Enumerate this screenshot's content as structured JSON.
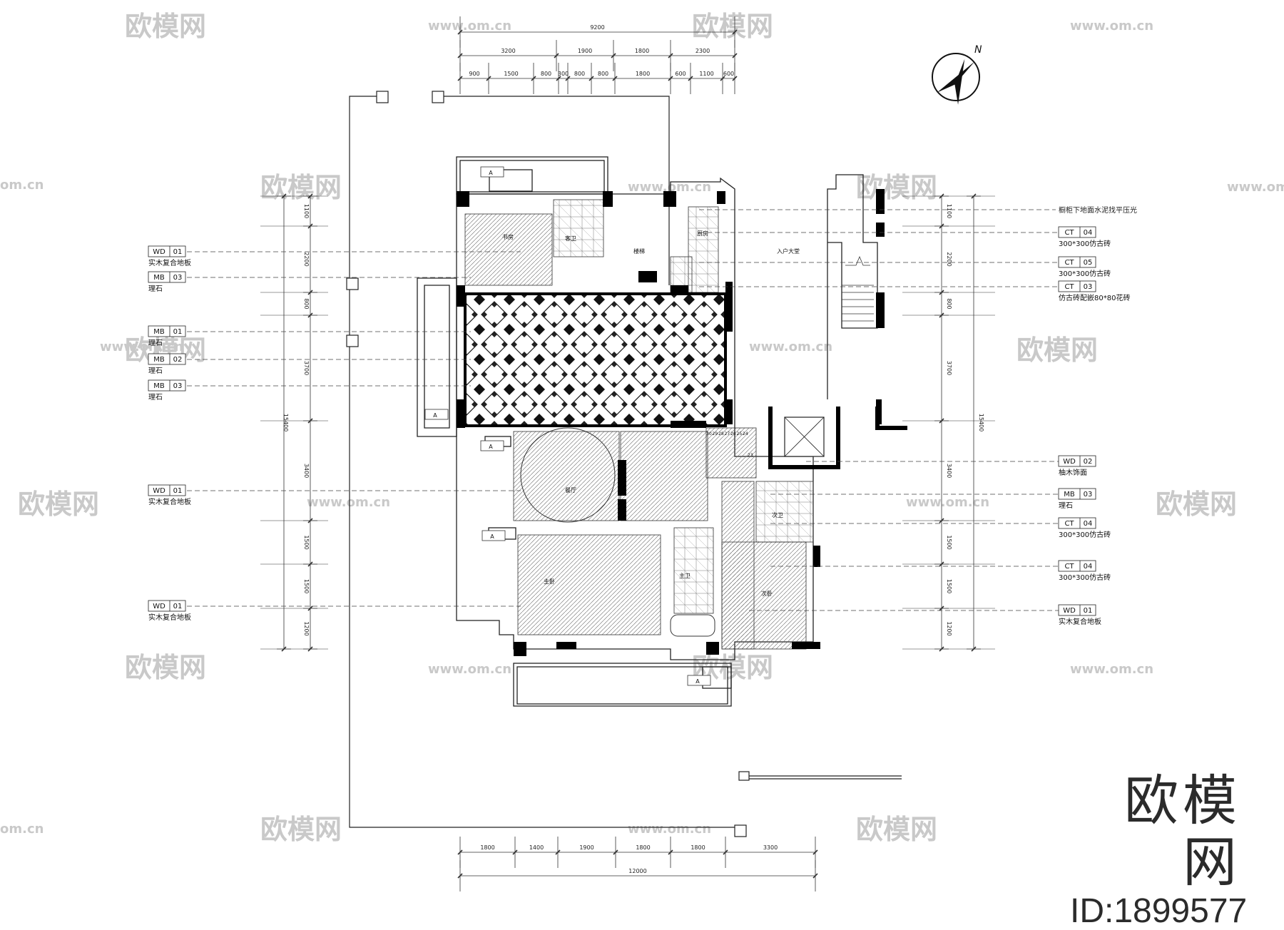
{
  "plan": {
    "dims_top_total": "9200",
    "dims_top_row1": [
      "3200",
      "1900",
      "1800",
      "2300"
    ],
    "dims_top_row2": [
      "900",
      "1500",
      "800",
      "300",
      "800",
      "800",
      "1800",
      "600",
      "1100",
      "600"
    ],
    "dims_bottom_row": [
      "1800",
      "1400",
      "1900",
      "1800",
      "1800",
      "3300"
    ],
    "dims_bottom_total": "12000",
    "dims_left_col": [
      "1100",
      "2200",
      "800",
      "3700",
      "3400",
      "1500",
      "1500",
      "1200"
    ],
    "dims_left_total": "15400",
    "dims_right_col": [
      "1100",
      "2200",
      "800",
      "3700",
      "3400",
      "1500",
      "1500",
      "1200"
    ],
    "dims_right_total": "15400",
    "stair_treads": [
      "30",
      "29",
      "28",
      "27",
      "26",
      "25",
      "24"
    ],
    "stair_number": "23",
    "rooms": [
      {
        "id": "study",
        "label": "书房"
      },
      {
        "id": "guest-bath",
        "label": "客卫"
      },
      {
        "id": "stair",
        "label": "楼梯"
      },
      {
        "id": "kitchen",
        "label": "厨房"
      },
      {
        "id": "entry-hall",
        "label": "入户大堂"
      },
      {
        "id": "dining",
        "label": "餐厅"
      },
      {
        "id": "second-bath",
        "label": "次卫"
      },
      {
        "id": "master-bath",
        "label": "主卫"
      },
      {
        "id": "master-bed",
        "label": "主卧"
      },
      {
        "id": "second-bed",
        "label": "次卧"
      }
    ],
    "tags_left": [
      {
        "code": "WD",
        "num": "01",
        "desc": "实木复合地板"
      },
      {
        "code": "MB",
        "num": "03",
        "desc": "理石"
      },
      {
        "code": "MB",
        "num": "01",
        "desc": "理石"
      },
      {
        "code": "MB",
        "num": "02",
        "desc": "理石"
      },
      {
        "code": "MB",
        "num": "03",
        "desc": "理石"
      },
      {
        "code": "WD",
        "num": "01",
        "desc": "实木复合地板"
      },
      {
        "code": "WD",
        "num": "01",
        "desc": "实木复合地板"
      }
    ],
    "note_right_top": "橱柜下地面水泥找平压光",
    "tags_right": [
      {
        "code": "CT",
        "num": "04",
        "desc": "300*300仿古砖"
      },
      {
        "code": "CT",
        "num": "05",
        "desc": "300*300仿古砖"
      },
      {
        "code": "CT",
        "num": "03",
        "desc": "仿古砖配嵌80*80花砖"
      },
      {
        "code": "WD",
        "num": "02",
        "desc": "柚木饰面"
      },
      {
        "code": "MB",
        "num": "03",
        "desc": "理石"
      },
      {
        "code": "CT",
        "num": "04",
        "desc": "300*300仿古砖"
      },
      {
        "code": "CT",
        "num": "04",
        "desc": "300*300仿古砖"
      },
      {
        "code": "WD",
        "num": "01",
        "desc": "实木复合地板"
      }
    ],
    "north_label": "N",
    "view_tag": "A"
  },
  "watermark": {
    "brand_text": "欧模网",
    "site_text": "www.om.cn",
    "site_fragment": "om.cn"
  },
  "brand": {
    "name": "欧模网",
    "id_text": "ID:1899577"
  },
  "colors": {
    "line": "#1a1a1a",
    "wall": "#000000",
    "watermark": "#c9c9c9",
    "brand": "#2b2b2b"
  }
}
